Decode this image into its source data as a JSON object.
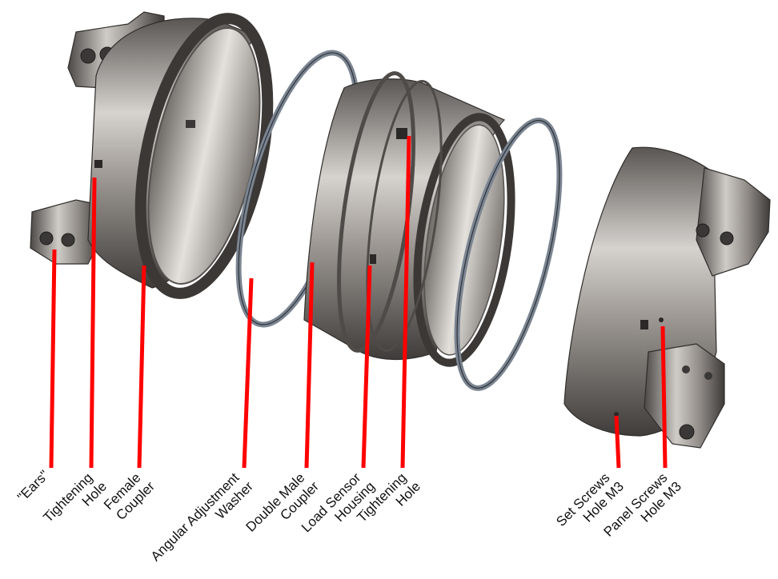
{
  "colors": {
    "leader_line": "#ff0000",
    "metal_dark": "#4a4745",
    "metal_mid": "#8a8683",
    "metal_light": "#d9d6d2",
    "washer": "#7b8592",
    "label_text": "#111111"
  },
  "callouts": [
    {
      "id": "ears",
      "lines": [
        "\"Ears\""
      ]
    },
    {
      "id": "tightening-hole-female",
      "lines": [
        "Tightening",
        "Hole"
      ]
    },
    {
      "id": "female-coupler",
      "lines": [
        "Female",
        "Coupler"
      ]
    },
    {
      "id": "angular-adjustment-washer",
      "lines": [
        "Angular Adjustment",
        "Washer"
      ]
    },
    {
      "id": "double-male-coupler",
      "lines": [
        "Double Male",
        "Coupler"
      ]
    },
    {
      "id": "load-sensor-housing",
      "lines": [
        "Load Sensor",
        "Housing"
      ]
    },
    {
      "id": "tightening-hole-male",
      "lines": [
        "Tightening",
        "Hole"
      ]
    },
    {
      "id": "set-screws-hole",
      "lines": [
        "Set Screws",
        "Hole M3"
      ]
    },
    {
      "id": "panel-screws-hole",
      "lines": [
        "Panel Screws",
        "Hole M3"
      ]
    }
  ]
}
